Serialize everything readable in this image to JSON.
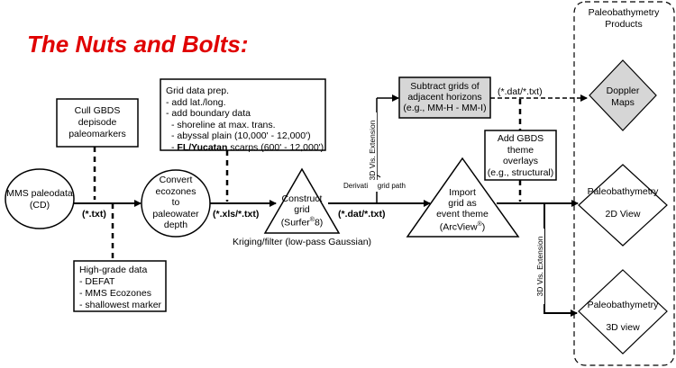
{
  "title": "The Nuts and Bolts:",
  "products_header": [
    "Paleobathymetry",
    "Products"
  ],
  "nodes": {
    "mms_paleodata": [
      "MMS paleodata",
      "(CD)"
    ],
    "cull_gbds": [
      "Cull GBDS",
      "depisode",
      "paleomarkers"
    ],
    "high_grade": {
      "title": "High-grade data",
      "items": [
        "-  DEFAT",
        "-  MMS Ecozones",
        "-  shallowest marker"
      ]
    },
    "convert": [
      "Convert",
      "ecozones",
      "to",
      "paleowater",
      "depth"
    ],
    "grid_prep": {
      "title": "Grid data prep.",
      "lines": [
        "- add lat./long.",
        "- add boundary data",
        "- shoreline at max. trans.",
        "- abyssal plain (10,000' - 12,000')",
        "FL/Yucatan",
        "scarps (600' - 12,000')"
      ],
      "bullet": "- "
    },
    "construct": {
      "line1": "Construct",
      "line2": "grid",
      "line3": "(Surfer",
      "line3_sup": "®",
      "line3_end": "8)"
    },
    "kriging": "Kriging/filter (low-pass Gaussian)",
    "import": {
      "line1": "Import",
      "line2": "grid as",
      "line3": "event theme",
      "line4": "(ArcView",
      "line4_sup": "®",
      "line4_end": ")"
    },
    "subtract": [
      "Subtract grids of",
      "adjacent horizons",
      "(e.g., MM-H - MM-I)"
    ],
    "add_gbds": [
      "Add GBDS",
      "theme",
      "overlays",
      "(e.g., structural)"
    ],
    "doppler": [
      "Doppler",
      "Maps"
    ],
    "view2d": [
      "Paleobathymetry",
      "2D View"
    ],
    "view3d": [
      "Paleobathymetry",
      "3D view"
    ]
  },
  "edge_labels": {
    "txt": "(*.txt)",
    "xls_txt": "(*.xls/*.txt)",
    "dat_txt": "(*.dat/*.txt)",
    "dat_txt2": "(*.dat/*.txt)",
    "derivative": "Derivative grid path",
    "vis_ext_1": "3D Vis. Extension",
    "vis_ext_2": "3D Vis. Extension"
  }
}
